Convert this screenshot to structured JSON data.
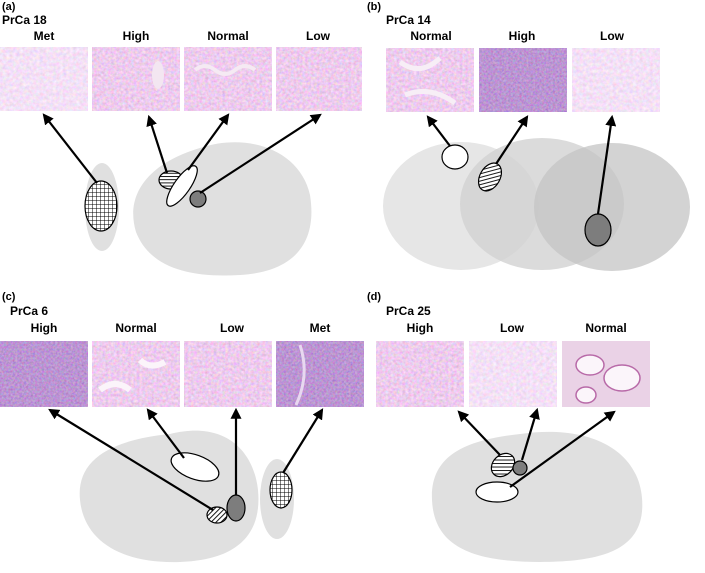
{
  "colors": {
    "prostate": "#e0e0e0",
    "prostate_alt": "#d2d2d2",
    "arrow": "#000000",
    "lesion_low": "#7d7d7d",
    "tissue_pink": "#d9a6cf",
    "tissue_purple": "#6a3d8f"
  },
  "panels": [
    {
      "letter": "(a)",
      "case": "PrCa 18",
      "grades": [
        "Met",
        "High",
        "Normal",
        "Low"
      ],
      "lesions": [
        {
          "grade": "Met",
          "pattern": "crosshatch"
        },
        {
          "grade": "High",
          "pattern": "horizontal-lines"
        },
        {
          "grade": "Normal",
          "pattern": "open"
        },
        {
          "grade": "Low",
          "pattern": "solid-gray"
        }
      ]
    },
    {
      "letter": "(b)",
      "case": "PrCa 14",
      "grades": [
        "Normal",
        "High",
        "Low"
      ],
      "lesions": [
        {
          "grade": "Normal",
          "pattern": "open"
        },
        {
          "grade": "High",
          "pattern": "diagonal-lines"
        },
        {
          "grade": "Low",
          "pattern": "solid-gray"
        }
      ]
    },
    {
      "letter": "(c)",
      "case": "PrCa 6",
      "grades": [
        "High",
        "Normal",
        "Low",
        "Met"
      ],
      "lesions": [
        {
          "grade": "High",
          "pattern": "diagonal-lines"
        },
        {
          "grade": "Normal",
          "pattern": "open"
        },
        {
          "grade": "Low",
          "pattern": "solid-gray"
        },
        {
          "grade": "Met",
          "pattern": "crosshatch"
        }
      ]
    },
    {
      "letter": "(d)",
      "case": "PrCa 25",
      "grades": [
        "High",
        "Low",
        "Normal"
      ],
      "lesions": [
        {
          "grade": "High",
          "pattern": "diagonal-lines"
        },
        {
          "grade": "Low",
          "pattern": "solid-gray"
        },
        {
          "grade": "Normal",
          "pattern": "open"
        }
      ]
    }
  ]
}
